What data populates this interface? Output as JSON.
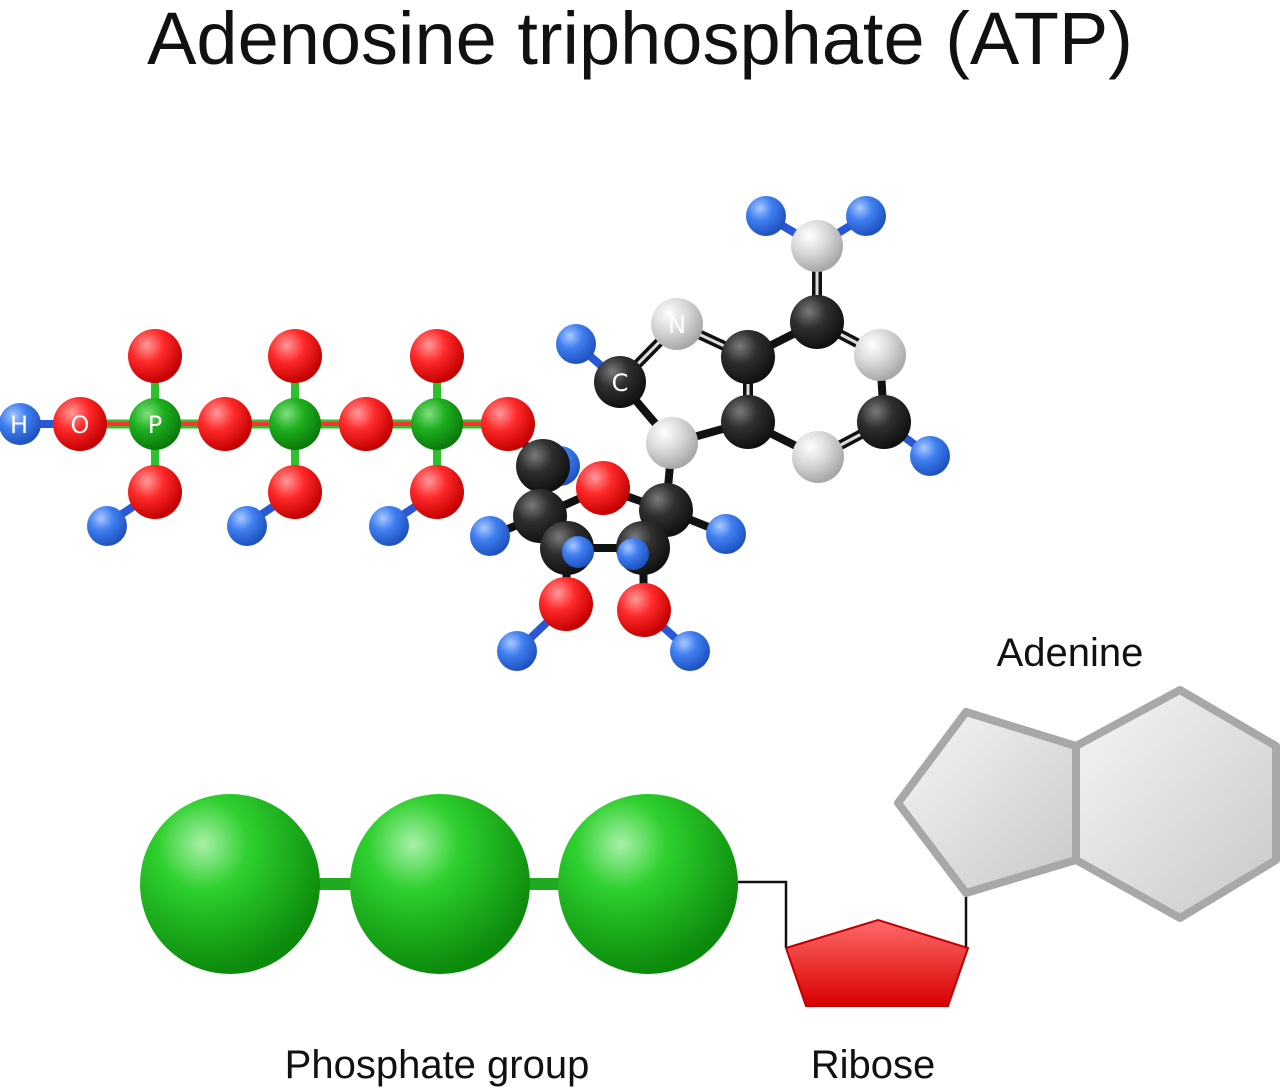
{
  "title": "Adenosine triphosphate (ATP)",
  "atom_letters": {
    "h": "H",
    "o": "O",
    "p": "P",
    "n": "N",
    "c": "C"
  },
  "labels": {
    "adenine": "Adenine",
    "phosphate_group": "Phosphate group",
    "ribose": "Ribose"
  },
  "colors": {
    "oxygen": "#ff2a2a",
    "hydrogen": "#3f7ff0",
    "phosphorus": "#1fb01f",
    "carbon": "#2b2b2b",
    "nitrogen": "#d4d4d4",
    "phosphate_sphere": "#1fc41f",
    "ribose": "#e00000",
    "adenine": "#d8d8d8"
  }
}
